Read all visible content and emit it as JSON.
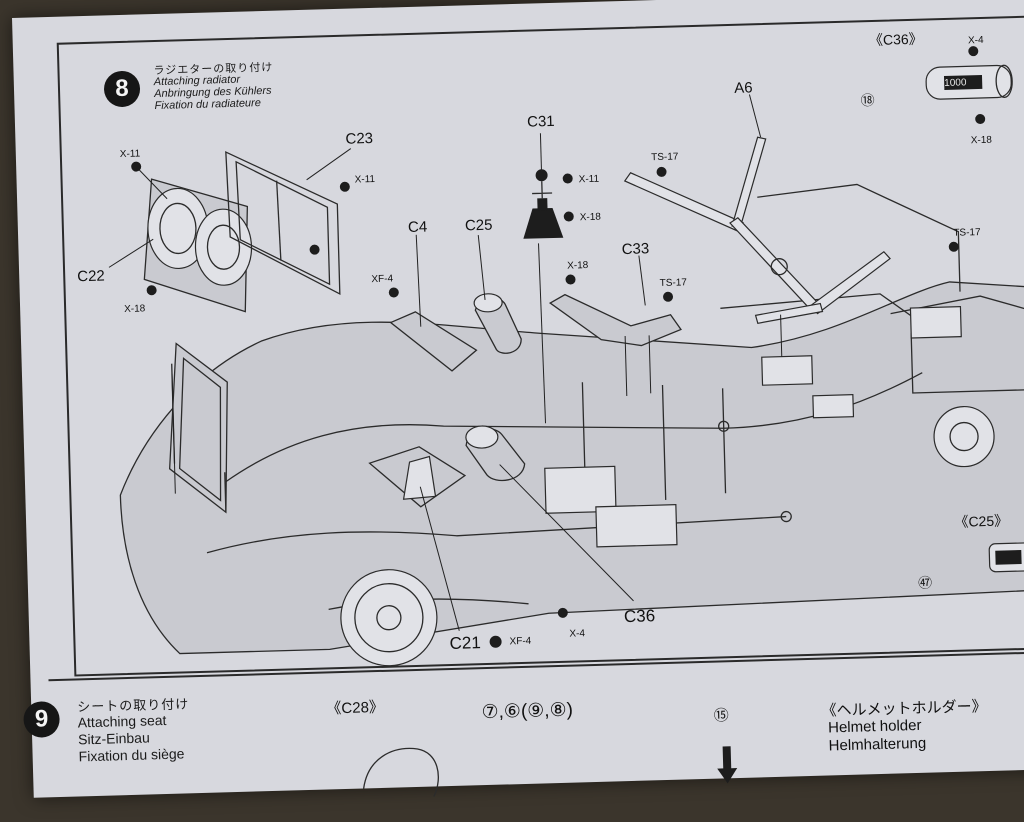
{
  "step8": {
    "number": "8",
    "title_jp": "ラジエターの取り付け",
    "title_en": "Attaching radiator",
    "title_de": "Anbringung des Kühlers",
    "title_fr": "Fixation du radiateure"
  },
  "step9": {
    "number": "9",
    "title_jp": "シートの取り付け",
    "title_en": "Attaching seat",
    "title_de": "Sitz-Einbau",
    "title_fr": "Fixation du siège"
  },
  "parts": {
    "c22": "C22",
    "c23": "C23",
    "c4": "C4",
    "c25": "C25",
    "c31": "C31",
    "c33": "C33",
    "a6": "A6",
    "c36": "C36",
    "c21": "C21"
  },
  "screws": {
    "x11_a": "X-11",
    "x11_b": "X-11",
    "x11_c": "X-11",
    "x18_a": "X-18",
    "x18_b": "X-18",
    "x18_c": "X-18",
    "x18_d": "X-18",
    "xf4_a": "XF-4",
    "xf4_b": "XF-4",
    "ts17_a": "TS-17",
    "ts17_b": "TS-17",
    "ts17_c": "TS-17",
    "x4_a": "X-4",
    "x4_b": "X-4"
  },
  "insets": {
    "c36_title": "《C36》",
    "c36_ref": "⑱",
    "c25_title": "《C25》",
    "c25_ref": "㊼",
    "c28_title": "《C28》",
    "c28_refs": "⑦,⑥(⑨,⑧)",
    "ref_15": "⑮",
    "x_partial": "X"
  },
  "helmet": {
    "title_jp": "《ヘルメットホルダー》",
    "title_en": "Helmet holder",
    "title_de": "Helmhalterung"
  },
  "tank_text": "1000"
}
